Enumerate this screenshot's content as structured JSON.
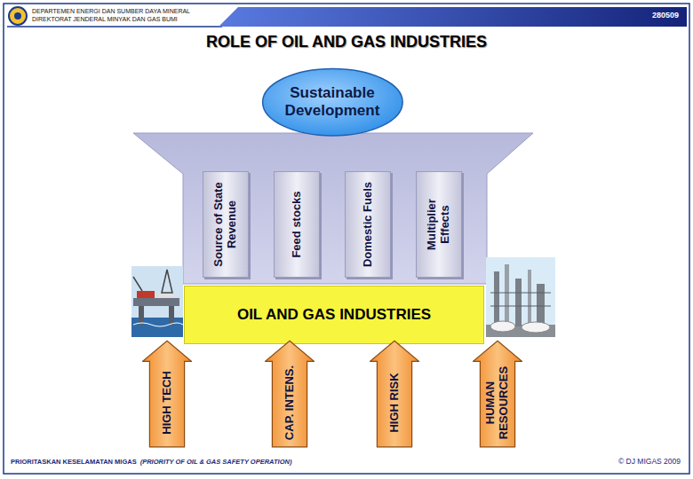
{
  "diagram": {
    "title": "ROLE OF OIL AND GAS INDUSTRIES",
    "nodes": [
      {
        "text": [
          "Sustainable Development"
        ]
      },
      {
        "text": [
          "Source of State Revenue"
        ]
      },
      {
        "text": [
          "Feed stocks"
        ]
      },
      {
        "text": [
          "Domestic Fuels"
        ]
      },
      {
        "text": [
          "Multiplier Effects"
        ]
      },
      {
        "text": [
          "OIL AND GAS INDUSTRIES"
        ]
      },
      {
        "text": [
          "HIGH TECH"
        ]
      },
      {
        "text": [
          "CAP. INTENS."
        ]
      },
      {
        "text": [
          "HIGH RISK"
        ]
      },
      {
        "text": [
          "HUMAN RESOURCES"
        ]
      }
    ],
    "labels": [
      "DEPARTEMEN ENERGI DAN SUMBER DAYA MINERAL",
      "DIREKTORAT JENDERAL MINYAK DAN GAS BUMI",
      "280509",
      "PRIORITASKAN KESELAMATAN MIGAS",
      "(PRIORITY OF OIL & GAS SAFETY OPERATION)",
      "© DJ MIGAS 2009"
    ]
  }
}
